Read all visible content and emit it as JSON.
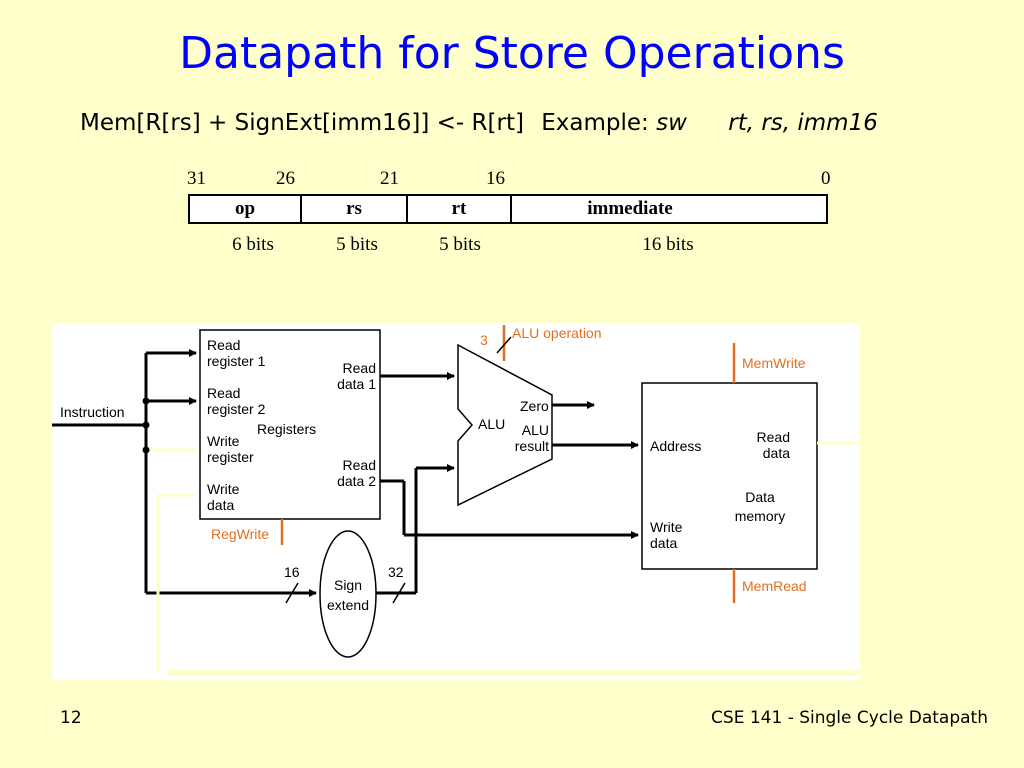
{
  "slide": {
    "title": "Datapath for Store Operations",
    "formula": "Mem[R[rs] + SignExt[imm16]] <- R[rt]",
    "example_label": "Example:",
    "example_op": "sw",
    "example_args": "rt, rs, imm16",
    "page_number": "12",
    "footer": "CSE 141 - Single Cycle Datapath"
  },
  "format": {
    "bit_positions": [
      "31",
      "26",
      "21",
      "16",
      "0"
    ],
    "fields": [
      "op",
      "rs",
      "rt",
      "immediate"
    ],
    "widths": [
      "6 bits",
      "5 bits",
      "5 bits",
      "16 bits"
    ]
  },
  "datapath": {
    "instruction": "Instruction",
    "reg_read1": [
      "Read",
      "register 1"
    ],
    "reg_read2": [
      "Read",
      "register 2"
    ],
    "reg_write": [
      "Write",
      "register"
    ],
    "reg_wdata": [
      "Write",
      "data"
    ],
    "registers": "Registers",
    "read_data1": [
      "Read",
      "data 1"
    ],
    "read_data2": [
      "Read",
      "data 2"
    ],
    "regwrite": "RegWrite",
    "alu_op_num": "3",
    "alu_operation": "ALU operation",
    "alu": "ALU",
    "zero": "Zero",
    "alu_result": [
      "ALU",
      "result"
    ],
    "memwrite": "MemWrite",
    "memread": "MemRead",
    "address": "Address",
    "mem_read_data": [
      "Read",
      "data"
    ],
    "data_memory": [
      "Data",
      "memory"
    ],
    "mem_write_data": [
      "Write",
      "data"
    ],
    "bits_in": "16",
    "bits_out": "32",
    "sign_extend": [
      "Sign",
      "extend"
    ]
  },
  "colors": {
    "title": "#0000ff",
    "control": "#e07020",
    "background": "#ffffcc"
  }
}
